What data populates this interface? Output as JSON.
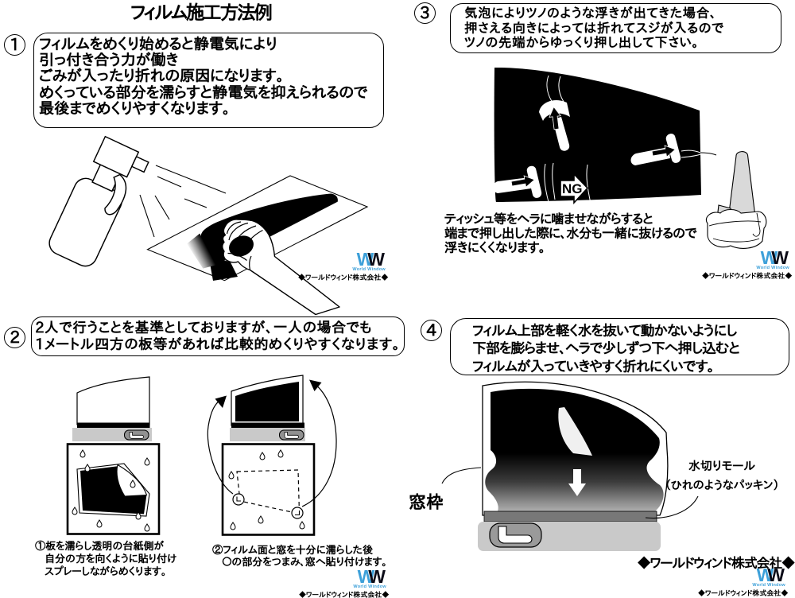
{
  "title": "フィルム施工方法例",
  "steps": {
    "s1": {
      "number": "1",
      "box_lines": [
        "フィルムをめくり始めると静電気により",
        "引っ付き合う力が働き",
        "ごみが入ったり折れの原因になります。",
        "めくっている部分を濡らすと静電気を抑えられるので",
        "最後までめくりやすくなります。"
      ]
    },
    "s2": {
      "number": "2",
      "box_lines": [
        "2人で行うことを基準としておりますが、一人の場合でも",
        "1メートル四方の板等があれば比較的めくりやすくなります。"
      ],
      "caption_left_lines": [
        "①板を濡らし透明の台紙側が",
        "自分の方を向くように貼り付け",
        "スプレーしながらめくります。"
      ],
      "caption_right_lines": [
        "②フィルム面と窓を十分に濡らした後",
        "〇の部分をつまみ、窓へ貼り付けます。"
      ]
    },
    "s3": {
      "number": "3",
      "box_lines": [
        "気泡によりツノのような浮きが出てきた場合、",
        "押さえる向きによっては折れてスジが入るので",
        "ツノの先端からゆっくり押し出して下さい。"
      ],
      "note_lines": [
        "ティッシュ等をヘラに噛ませながらすると",
        "端まで押し出した際に、水分も一緒に抜けるので",
        "浮きにくくなります。"
      ],
      "ng_label": "NG"
    },
    "s4": {
      "number": "4",
      "box_lines": [
        "フィルム上部を軽く水を抜いて動かないようにし",
        "下部を膨らませ、ヘラで少しずつ下へ押し込むと",
        "フィルムが入っていきやすく折れにくいです。"
      ],
      "labels": {
        "window_frame": "窓枠",
        "molding": "水切りモール",
        "molding_sub": "（ひれのようなパッキン）"
      }
    }
  },
  "watermark": {
    "monogram_left": "W",
    "monogram_right": "W",
    "brand": "World Window",
    "company": "◆ワールドウィンド株式会社◆"
  },
  "footer": {
    "company_line": "◆ワールドウィンド株式会社◆"
  },
  "colors": {
    "accent_blue": "#3da0d9",
    "black": "#000000",
    "door_gray": "#c9c9c9",
    "handle_gray": "#919191",
    "sill_gray": "#787878",
    "tissue_gray": "#d9d9d9"
  }
}
